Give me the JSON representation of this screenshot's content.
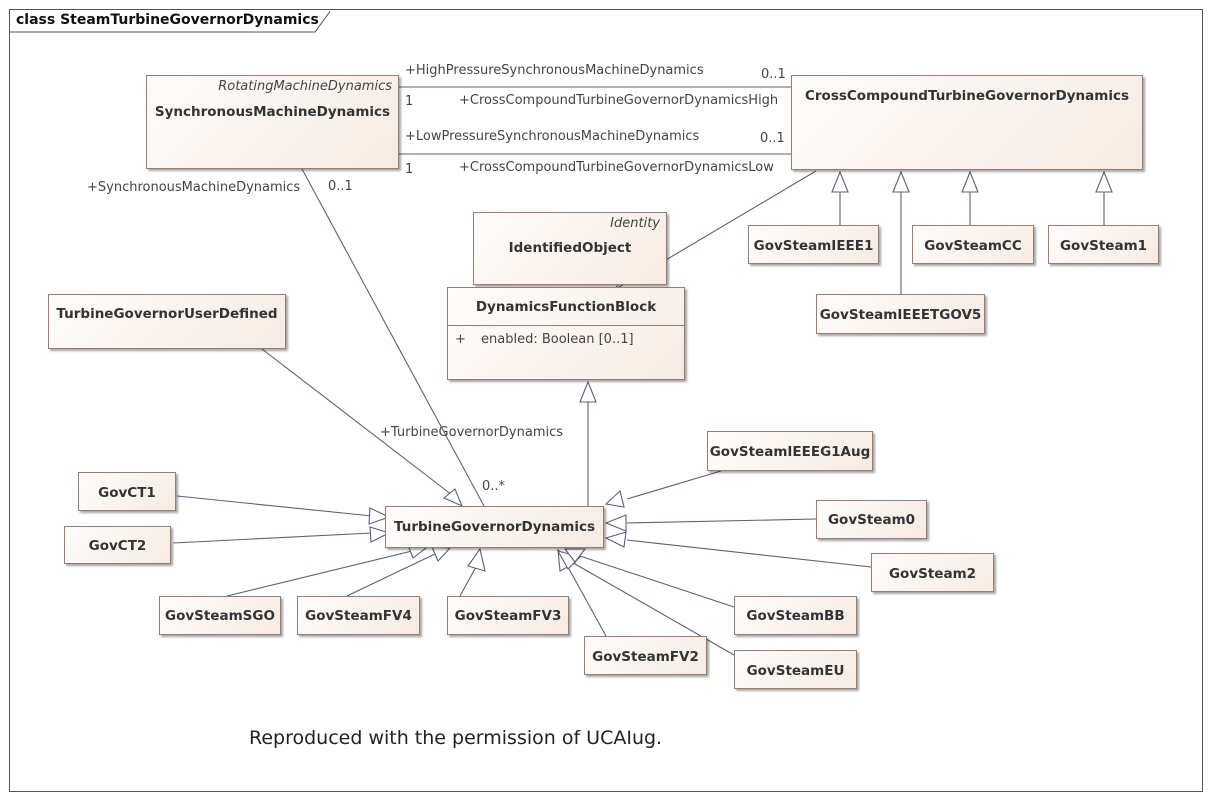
{
  "frame": {
    "title": "class SteamTurbineGovernorDynamics"
  },
  "classes": {
    "synchronous_machine_dynamics": {
      "stereotype": "RotatingMachineDynamics",
      "name": "SynchronousMachineDynamics"
    },
    "cross_compound": {
      "name": "CrossCompoundTurbineGovernorDynamics"
    },
    "identified_object": {
      "stereotype": "Identity",
      "name": "IdentifiedObject"
    },
    "dynamics_function_block": {
      "name": "DynamicsFunctionBlock",
      "attr_visibility": "+",
      "attr_text": "enabled: Boolean [0..1]"
    },
    "turbine_governor_user_defined": {
      "name": "TurbineGovernorUserDefined"
    },
    "turbine_governor_dynamics": {
      "name": "TurbineGovernorDynamics"
    },
    "gov_steam_ieee1": {
      "name": "GovSteamIEEE1"
    },
    "gov_steam_cc": {
      "name": "GovSteamCC"
    },
    "gov_steam_1": {
      "name": "GovSteam1"
    },
    "gov_steam_ieeetgov5": {
      "name": "GovSteamIEEETGOV5"
    },
    "gov_steam_ieeeg1aug": {
      "name": "GovSteamIEEEG1Aug"
    },
    "gov_steam_0": {
      "name": "GovSteam0"
    },
    "gov_steam_2": {
      "name": "GovSteam2"
    },
    "gov_steam_bb": {
      "name": "GovSteamBB"
    },
    "gov_steam_eu": {
      "name": "GovSteamEU"
    },
    "gov_steam_fv2": {
      "name": "GovSteamFV2"
    },
    "gov_steam_fv3": {
      "name": "GovSteamFV3"
    },
    "gov_steam_fv4": {
      "name": "GovSteamFV4"
    },
    "gov_steam_sgo": {
      "name": "GovSteamSGO"
    },
    "gov_ct1": {
      "name": "GovCT1"
    },
    "gov_ct2": {
      "name": "GovCT2"
    }
  },
  "associations": {
    "high_pressure_role": "+HighPressureSynchronousMachineDynamics",
    "high_pressure_mult_cc": "0..1",
    "high_pressure_mult_smd": "1",
    "high_pressure_cc_role": "+CrossCompoundTurbineGovernorDynamicsHigh",
    "low_pressure_role": "+LowPressureSynchronousMachineDynamics",
    "low_pressure_mult_cc": "0..1",
    "low_pressure_mult_smd": "1",
    "low_pressure_cc_role": "+CrossCompoundTurbineGovernorDynamicsLow",
    "smd_role": "+SynchronousMachineDynamics",
    "smd_mult": "0..1",
    "tgd_role": "+TurbineGovernorDynamics",
    "tgd_mult": "0..*"
  },
  "footer": "Reproduced with the permission of UCAIug."
}
